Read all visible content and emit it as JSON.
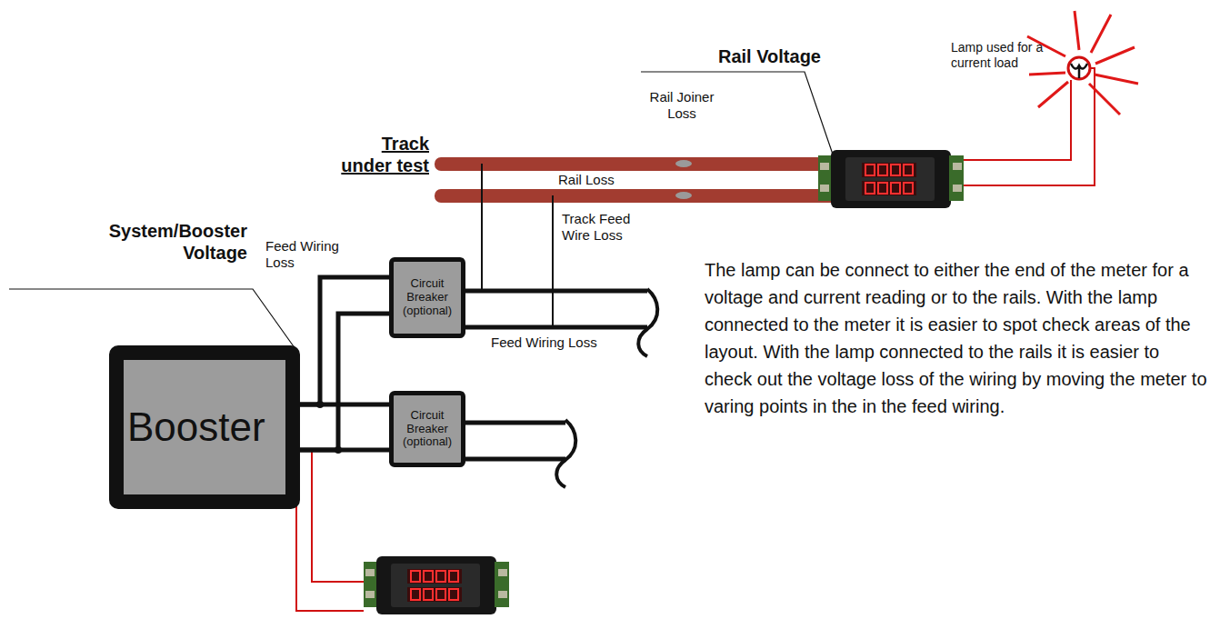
{
  "diagram": {
    "nodes": [
      {
        "text": [
          "Booster"
        ]
      },
      {
        "text": [
          "Circuit Breaker (optional)"
        ]
      },
      {
        "text": [
          "Circuit Breaker (optional)"
        ]
      }
    ],
    "edges": [
      {
        "from": 0,
        "to": 1,
        "arrow": "none"
      },
      {
        "from": 0,
        "to": 1,
        "arrow": "none"
      },
      {
        "from": 0,
        "to": 2,
        "arrow": "none"
      },
      {
        "from": 0,
        "to": 2,
        "arrow": "none"
      }
    ],
    "labels": [
      "Rail Voltage",
      "Lamp used for a current load",
      "Rail Joiner Loss",
      "Track under test",
      "Rail Loss",
      "Track Feed Wire Loss",
      "System/Booster Voltage",
      "Feed Wiring Loss",
      "Feed Wiring Loss",
      "The lamp can be connect to either the end of the meter for a voltage and current reading or to the rails. With the lamp connected to the meter it is easier to spot check areas of the layout. With the lamp connected to the rails it is easier to check out the voltage loss of the wiring by moving the meter to varing points in the in the feed wiring."
    ]
  }
}
